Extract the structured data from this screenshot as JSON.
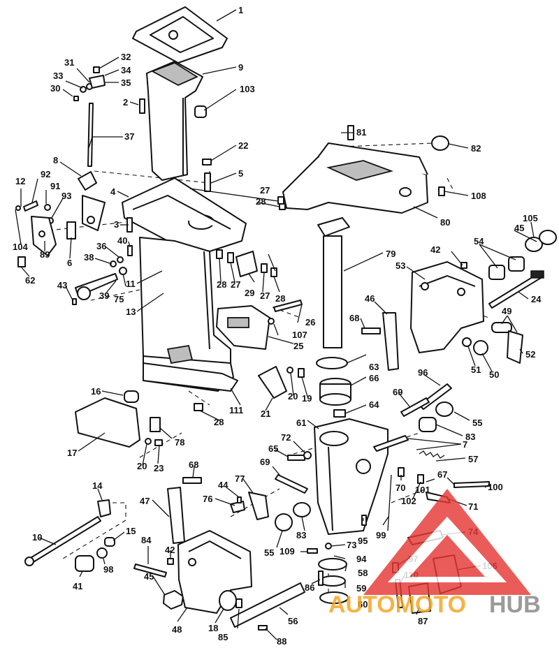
{
  "callouts": {
    "c1": "1",
    "c2": "2",
    "c3": "3",
    "c4": "4",
    "c5": "5",
    "c6": "6",
    "c7": "7",
    "c8": "8",
    "c9": "9",
    "c10": "10",
    "c11": "11",
    "c12": "12",
    "c13": "13",
    "c14": "14",
    "c15": "15",
    "c16": "16",
    "c17": "17",
    "c18": "18",
    "c19": "19",
    "c20": "20",
    "c20b": "20",
    "c21": "21",
    "c22": "22",
    "c23": "23",
    "c24": "24",
    "c25": "25",
    "c26": "26",
    "c27": "27",
    "c27b": "27",
    "c27c": "27",
    "c28": "28",
    "c28b": "28",
    "c28c": "28",
    "c28d": "28",
    "c29": "29",
    "c30": "30",
    "c31": "31",
    "c32": "32",
    "c33": "33",
    "c34": "34",
    "c35": "35",
    "c36": "36",
    "c37": "37",
    "c38": "38",
    "c39": "39",
    "c40": "40",
    "c41": "41",
    "c42": "42",
    "c42b": "42",
    "c43": "43",
    "c44": "44",
    "c45": "45",
    "c45b": "45",
    "c46": "46",
    "c47": "47",
    "c48": "48",
    "c49": "49",
    "c50": "50",
    "c51": "51",
    "c52": "52",
    "c53": "53",
    "c54": "54",
    "c55": "55",
    "c55b": "55",
    "c56": "56",
    "c57": "57",
    "c58": "58",
    "c59": "59",
    "c60": "60",
    "c61": "61",
    "c62": "62",
    "c63": "63",
    "c64": "64",
    "c65": "65",
    "c66": "66",
    "c67": "67",
    "c68": "68",
    "c68b": "68",
    "c69": "69",
    "c69b": "69",
    "c70": "70",
    "c71": "71",
    "c72": "72",
    "c73": "73",
    "c74": "74",
    "c75": "75",
    "c76": "76",
    "c77": "77",
    "c78": "78",
    "c79": "79",
    "c80": "80",
    "c81": "81",
    "c82": "82",
    "c83": "83",
    "c83b": "83",
    "c84": "84",
    "c85": "85",
    "c86": "86",
    "c87": "87",
    "c88": "88",
    "c89": "89",
    "c91": "91",
    "c92": "92",
    "c93": "93",
    "c94": "94",
    "c95": "95",
    "c96": "96",
    "c97": "97",
    "c98": "98",
    "c99": "99",
    "c100": "100",
    "c101": "101",
    "c102": "102",
    "c103": "103",
    "c104": "104",
    "c105": "105",
    "c106": "106",
    "c107": "107",
    "c108": "108",
    "c109": "109",
    "c110": "110",
    "c111": "111"
  },
  "watermark": {
    "brand_left": "AUTOMOTO",
    "brand_right": "HUB",
    "brand_color": "#f5a623",
    "hub_color": "#8a8a8a",
    "triangle_color": "#e53935"
  }
}
